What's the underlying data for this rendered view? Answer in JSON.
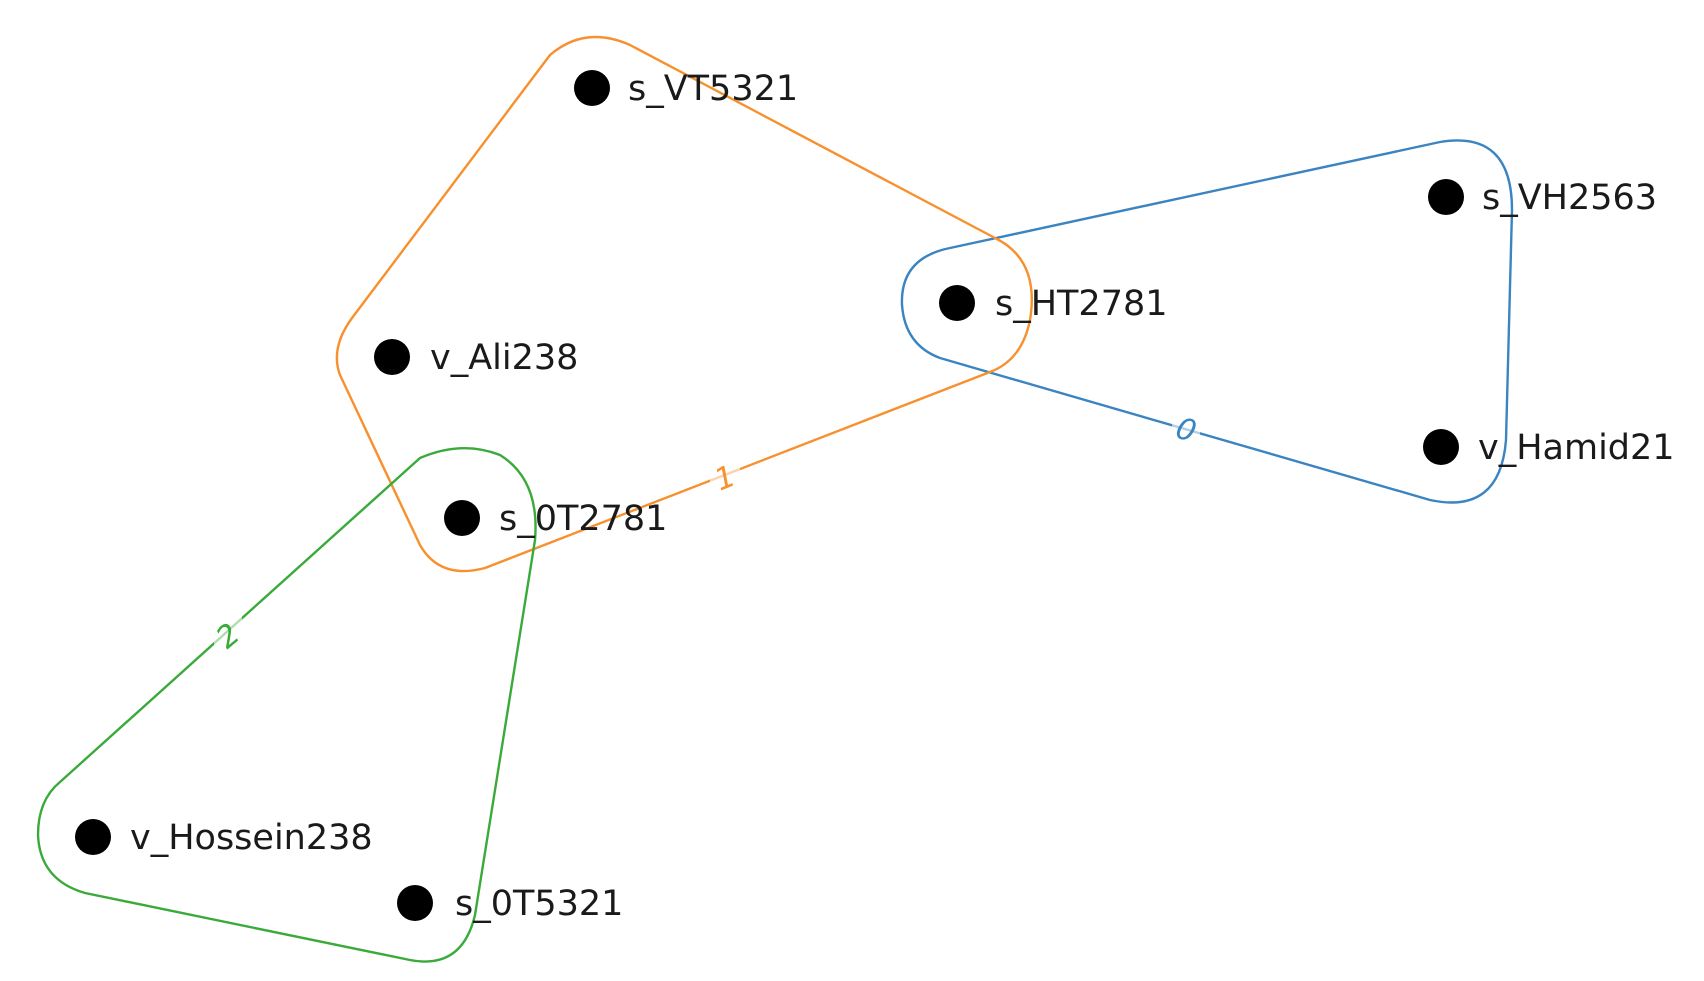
{
  "colors": {
    "edge_0": "#3a84c1",
    "edge_1": "#f7902d",
    "edge_2": "#3aaa3a",
    "node": "#000000",
    "background": "#ffffff"
  },
  "nodes": [
    {
      "id": "s_VT5321",
      "label": "s_VT5321"
    },
    {
      "id": "s_VH2563",
      "label": "s_VH2563"
    },
    {
      "id": "s_HT2781",
      "label": "s_HT2781"
    },
    {
      "id": "v_Ali238",
      "label": "v_Ali238"
    },
    {
      "id": "v_Hamid21",
      "label": "v_Hamid21"
    },
    {
      "id": "s_0T2781",
      "label": "s_0T2781"
    },
    {
      "id": "v_Hossein238",
      "label": "v_Hossein238"
    },
    {
      "id": "s_0T5321",
      "label": "s_0T5321"
    }
  ],
  "hyperedges": [
    {
      "label": "0",
      "color": "#3a84c1",
      "members": [
        "s_HT2781",
        "s_VH2563",
        "v_Hamid21"
      ]
    },
    {
      "label": "1",
      "color": "#f7902d",
      "members": [
        "s_VT5321",
        "s_HT2781",
        "v_Ali238",
        "s_0T2781"
      ]
    },
    {
      "label": "2",
      "color": "#3aaa3a",
      "members": [
        "s_0T2781",
        "v_Hossein238",
        "s_0T5321"
      ]
    }
  ]
}
